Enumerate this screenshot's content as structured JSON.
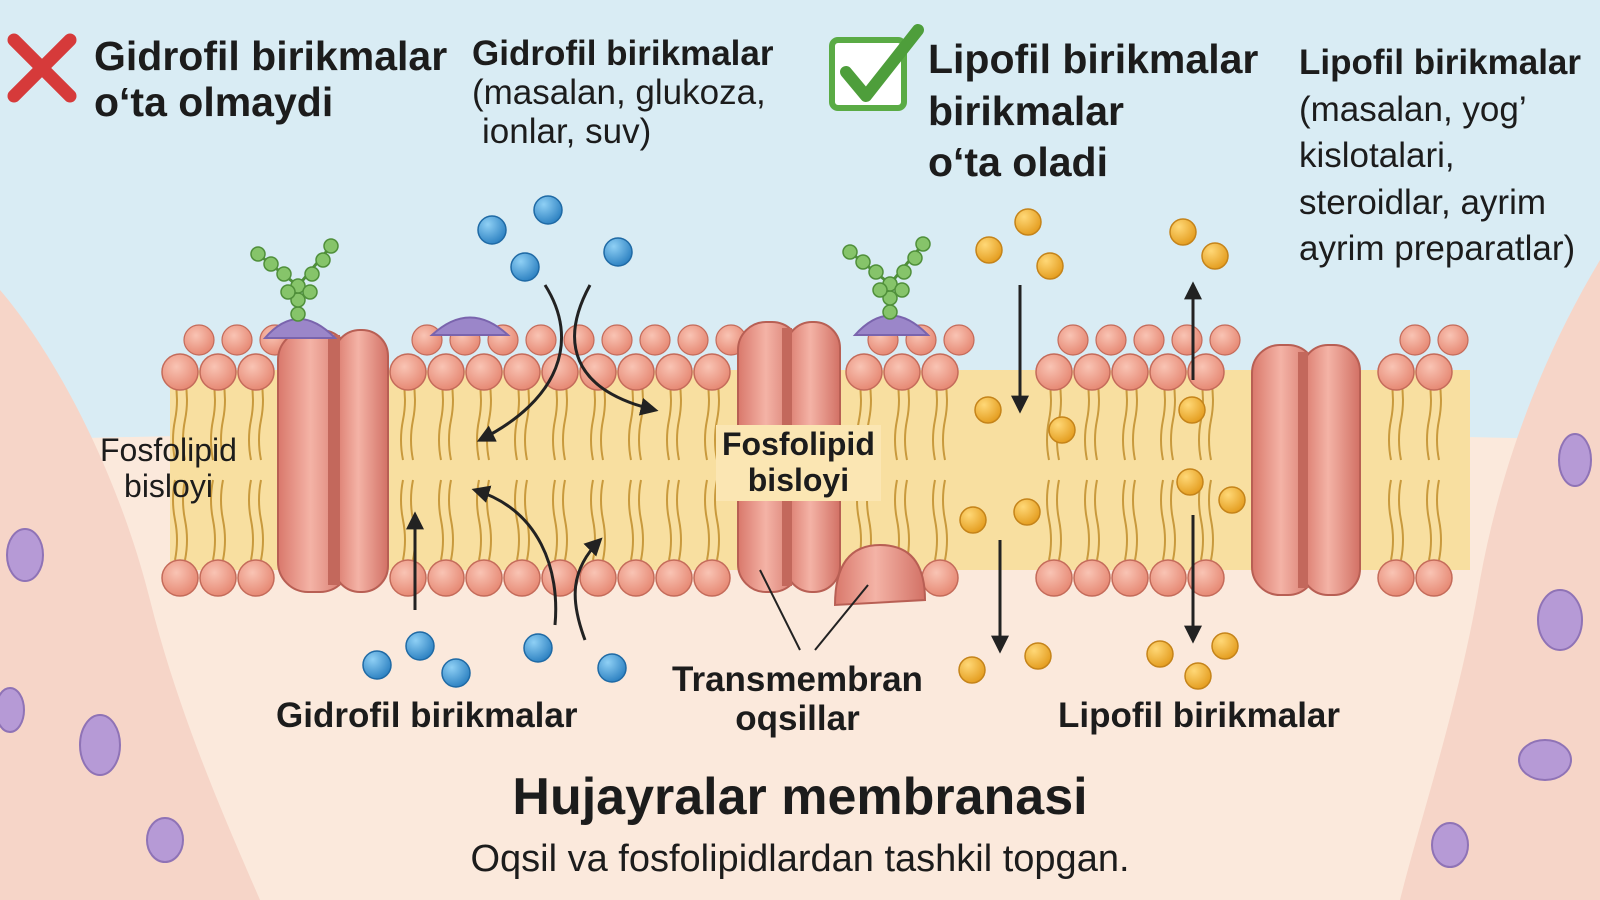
{
  "no_pass": {
    "icon": "cross-mark-icon",
    "line1": "Gidrofil birikmalar",
    "line2": "o‘ta olmaydi"
  },
  "hydrophilic_examples": {
    "line1": "Gidrofil birikmalar",
    "line2": "(masalan, glukoza,",
    "line3": "ionlar, suv)"
  },
  "yes_pass": {
    "icon": "check-mark-icon",
    "line1": "Lipofil birikmalar",
    "line2": "birikmalar",
    "line3": "o‘ta oladi"
  },
  "lipophilic_examples": {
    "line1": "Lipofil birikmalar",
    "line2": "(masalan, yog’",
    "line3": "kislotalari,",
    "line4": "steroidlar, ayrim",
    "line5": "ayrim preparatlar)"
  },
  "bilayer_left": {
    "line1": "Fosfolipid",
    "line2": "bisloyi"
  },
  "bilayer_center": {
    "line1": "Fosfolipid",
    "line2": "bisloyi"
  },
  "hydrophilic_bottom": "Gidrofil birikmalar",
  "transmembrane": {
    "line1": "Transmembran",
    "line2": "oqsillar"
  },
  "lipophilic_bottom": "Lipofil birikmalar",
  "title": "Hujayralar membranasi",
  "subtitle": "Oqsil va fosfolipidlardan tashkil topgan.",
  "colors": {
    "sky": "#d9ecf4",
    "membrane_core": "#f8dfa0",
    "head": "#ef9a86",
    "protein": "#e99486",
    "hydrophilic_molecule": "#3f97d6",
    "lipophilic_molecule": "#f3b02f",
    "glyco": "#86c46a",
    "cross": "#d63a3a",
    "check": "#5aab45"
  }
}
